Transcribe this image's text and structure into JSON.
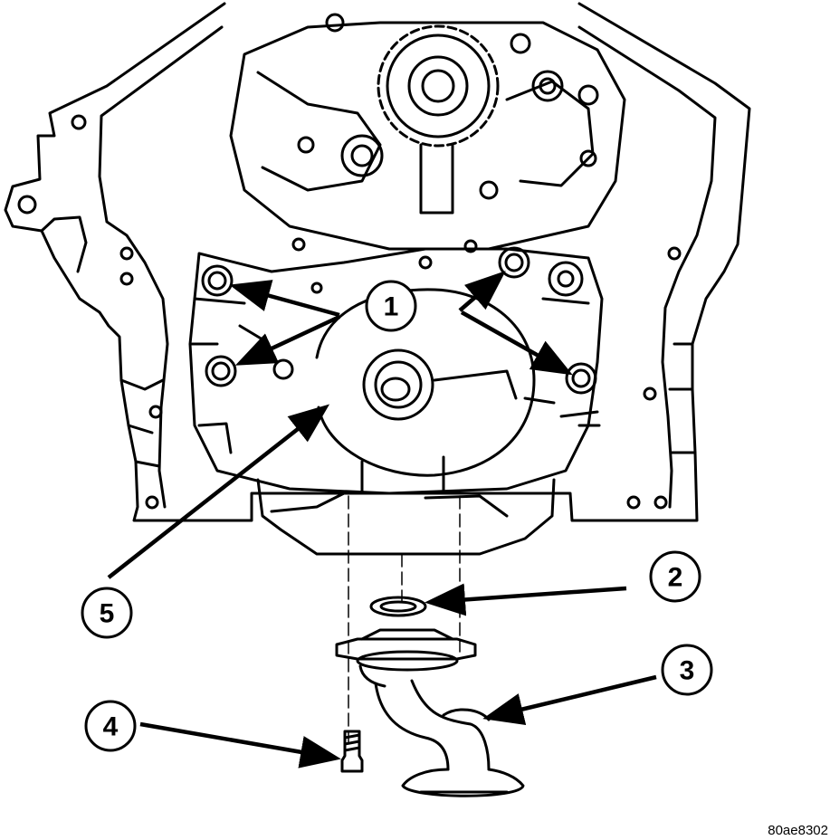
{
  "diagram": {
    "callouts": [
      {
        "id": "1",
        "label": "1"
      },
      {
        "id": "2",
        "label": "2"
      },
      {
        "id": "3",
        "label": "3"
      },
      {
        "id": "4",
        "label": "4"
      },
      {
        "id": "5",
        "label": "5"
      }
    ],
    "figure_id": "80ae8302"
  },
  "colors": {
    "line": "#000000",
    "background": "#ffffff"
  }
}
